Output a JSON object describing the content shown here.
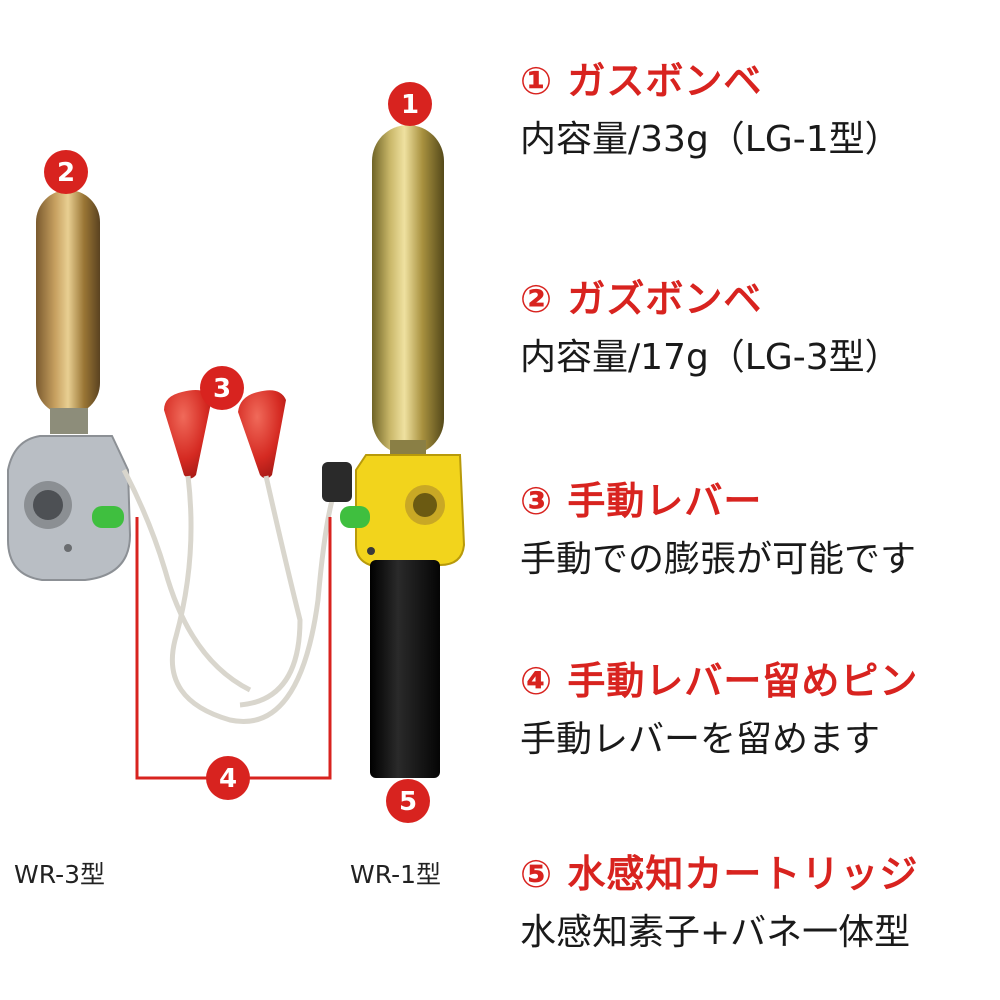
{
  "product_figure": {
    "callouts": [
      "❶",
      "❷",
      "❸",
      "❹",
      "❺"
    ],
    "models": {
      "left": "WR-3型",
      "right": "WR-1型"
    }
  },
  "specs": [
    {
      "title": "① ガスボンベ",
      "desc": "内容量/33g（LG-1型）"
    },
    {
      "title": "② ガズボンベ",
      "desc": "内容量/17g（LG-3型）"
    },
    {
      "title": "③ 手動レバー",
      "desc": "手動での膨張が可能です"
    },
    {
      "title": "④ 手動レバー留めピン",
      "desc": "手動レバーを留めます"
    },
    {
      "title": "⑤ 水感知カートリッジ",
      "desc": "水感知素子+バネ一体型"
    }
  ],
  "colors": {
    "accent_red": "#d8231f",
    "text": "#1a1a1a",
    "pin_green": "#3fbf3f",
    "head_yellow": "#f2d41c",
    "head_gray": "#b9bec4"
  }
}
